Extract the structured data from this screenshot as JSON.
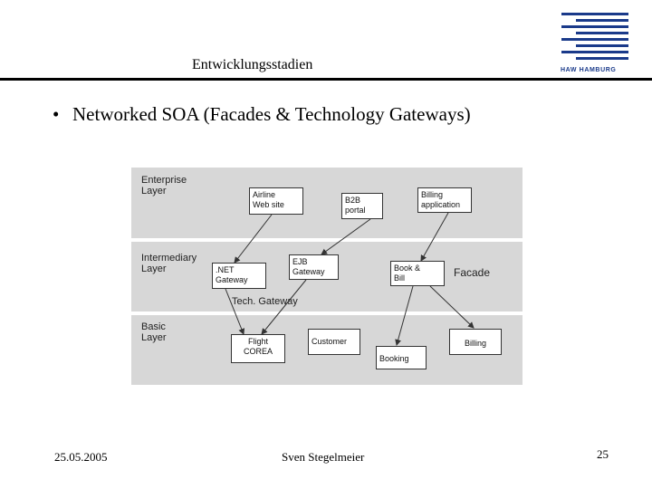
{
  "header": {
    "title": "Entwicklungsstadien",
    "logo_text": "HAW HAMBURG"
  },
  "slide": {
    "bullet": "Networked SOA (Facades & Technology Gateways)"
  },
  "diagram": {
    "layers": {
      "enterprise": "Enterprise\nLayer",
      "intermediary": "Intermediary\nLayer",
      "basic": "Basic\nLayer"
    },
    "boxes": {
      "airline": "Airline\nWeb site",
      "b2b": "B2B\nportal",
      "billing_app": "Billing\napplication",
      "net_gateway": ".NET\nGateway",
      "ejb_gateway": "EJB\nGateway",
      "book_bill": "Book &\nBill",
      "flight": "Flight\nCOREA",
      "customer": "Customer",
      "booking": "Booking",
      "billing": "Billing"
    },
    "facade_label": "Facade",
    "tech_gateway_label": "Tech. Gateway"
  },
  "footer": {
    "date": "25.05.2005",
    "author": "Sven Stegelmeier",
    "page": "25"
  }
}
